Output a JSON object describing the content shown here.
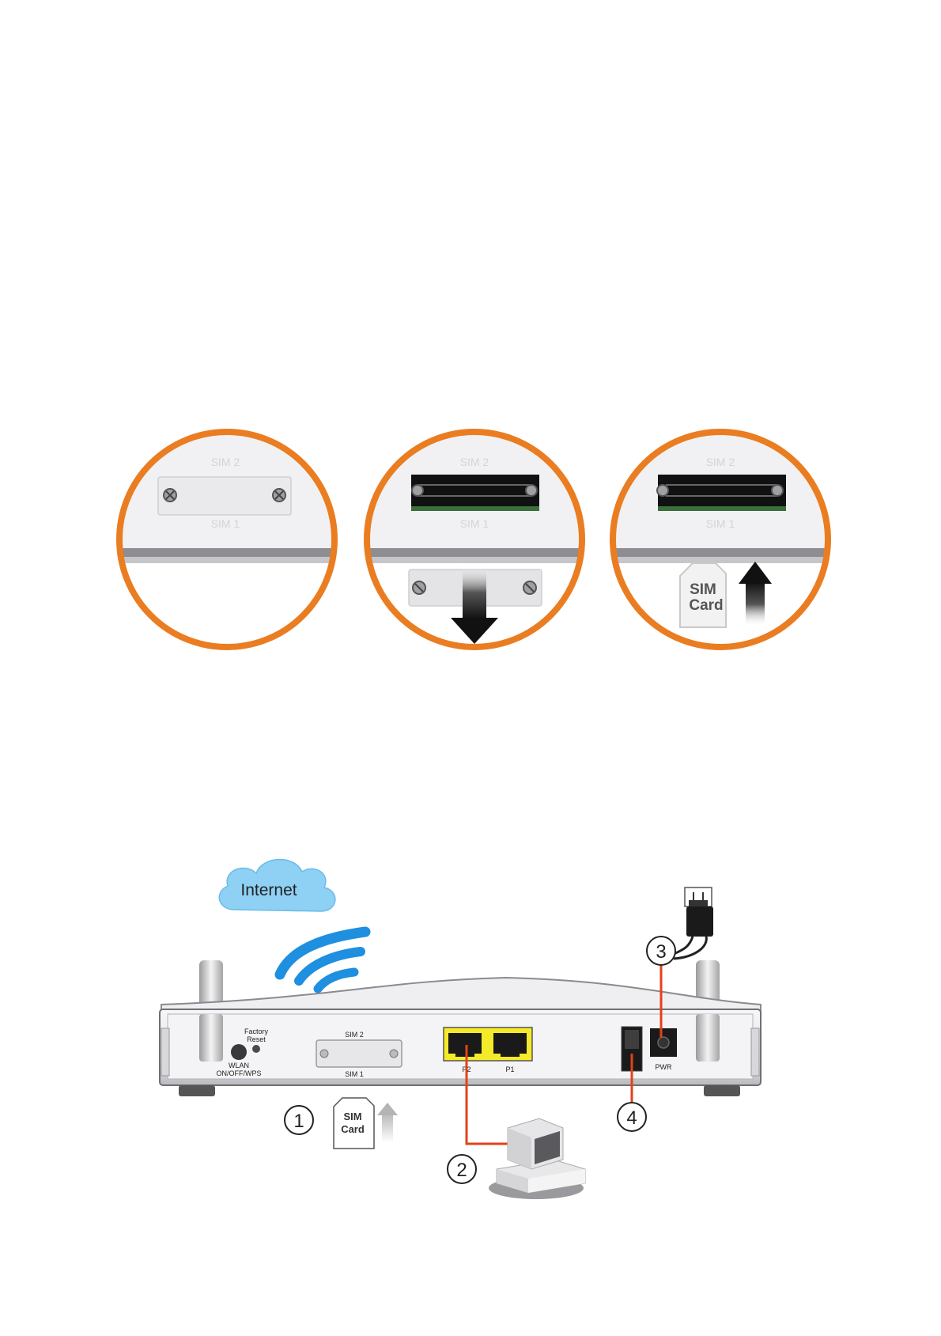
{
  "sim_steps": {
    "slot_label_top": "SIM 2",
    "slot_label_bottom": "SIM 1",
    "card_text_line1": "SIM",
    "card_text_line2": "Card"
  },
  "connection": {
    "cloud_label": "Internet",
    "factory_reset_line1": "Factory",
    "factory_reset_line2": "Reset",
    "wlan_line1": "WLAN",
    "wlan_line2": "ON/OFF/WPS",
    "sim2_label": "SIM 2",
    "sim1_label": "SIM 1",
    "port_p2": "P2",
    "port_p1": "P1",
    "pwr_label": "PWR",
    "callout_1": "1",
    "callout_2": "2",
    "callout_3": "3",
    "callout_4": "4",
    "card_text_line1": "SIM",
    "card_text_line2": "Card"
  },
  "colors": {
    "ring_orange": "#ea7d21",
    "cable_red": "#e2421b",
    "port_yellow": "#f4ea2a",
    "wifi_blue": "#1f8fe0",
    "cloud_blue": "#8fd0f5"
  }
}
